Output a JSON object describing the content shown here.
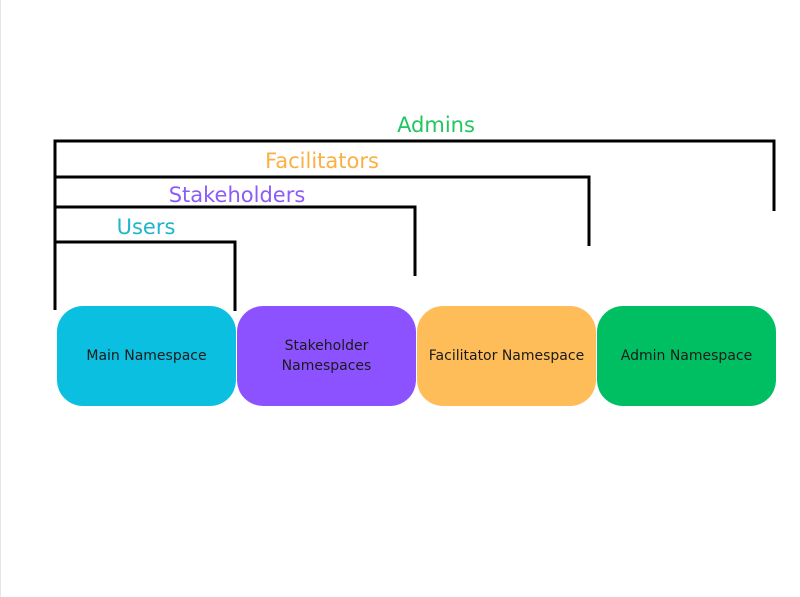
{
  "tiers": {
    "admins": {
      "label": "Admins",
      "color": "#22c55e"
    },
    "facilitators": {
      "label": "Facilitators",
      "color": "#fbb040"
    },
    "stakeholders": {
      "label": "Stakeholders",
      "color": "#8b5cf6"
    },
    "users": {
      "label": "Users",
      "color": "#1fb5cc"
    }
  },
  "namespaces": {
    "main": {
      "label": "Main Namespace",
      "color": "#0bbfe0"
    },
    "stakeholder": {
      "label": "Stakeholder\nNamespaces",
      "color": "#8c52ff"
    },
    "facilitator": {
      "label": "Facilitator Namespace",
      "color": "#ffbd59"
    },
    "admin": {
      "label": "Admin Namespace",
      "color": "#00bf63"
    }
  },
  "bracket_color": "#000000",
  "text_color": "#1a1a1a"
}
